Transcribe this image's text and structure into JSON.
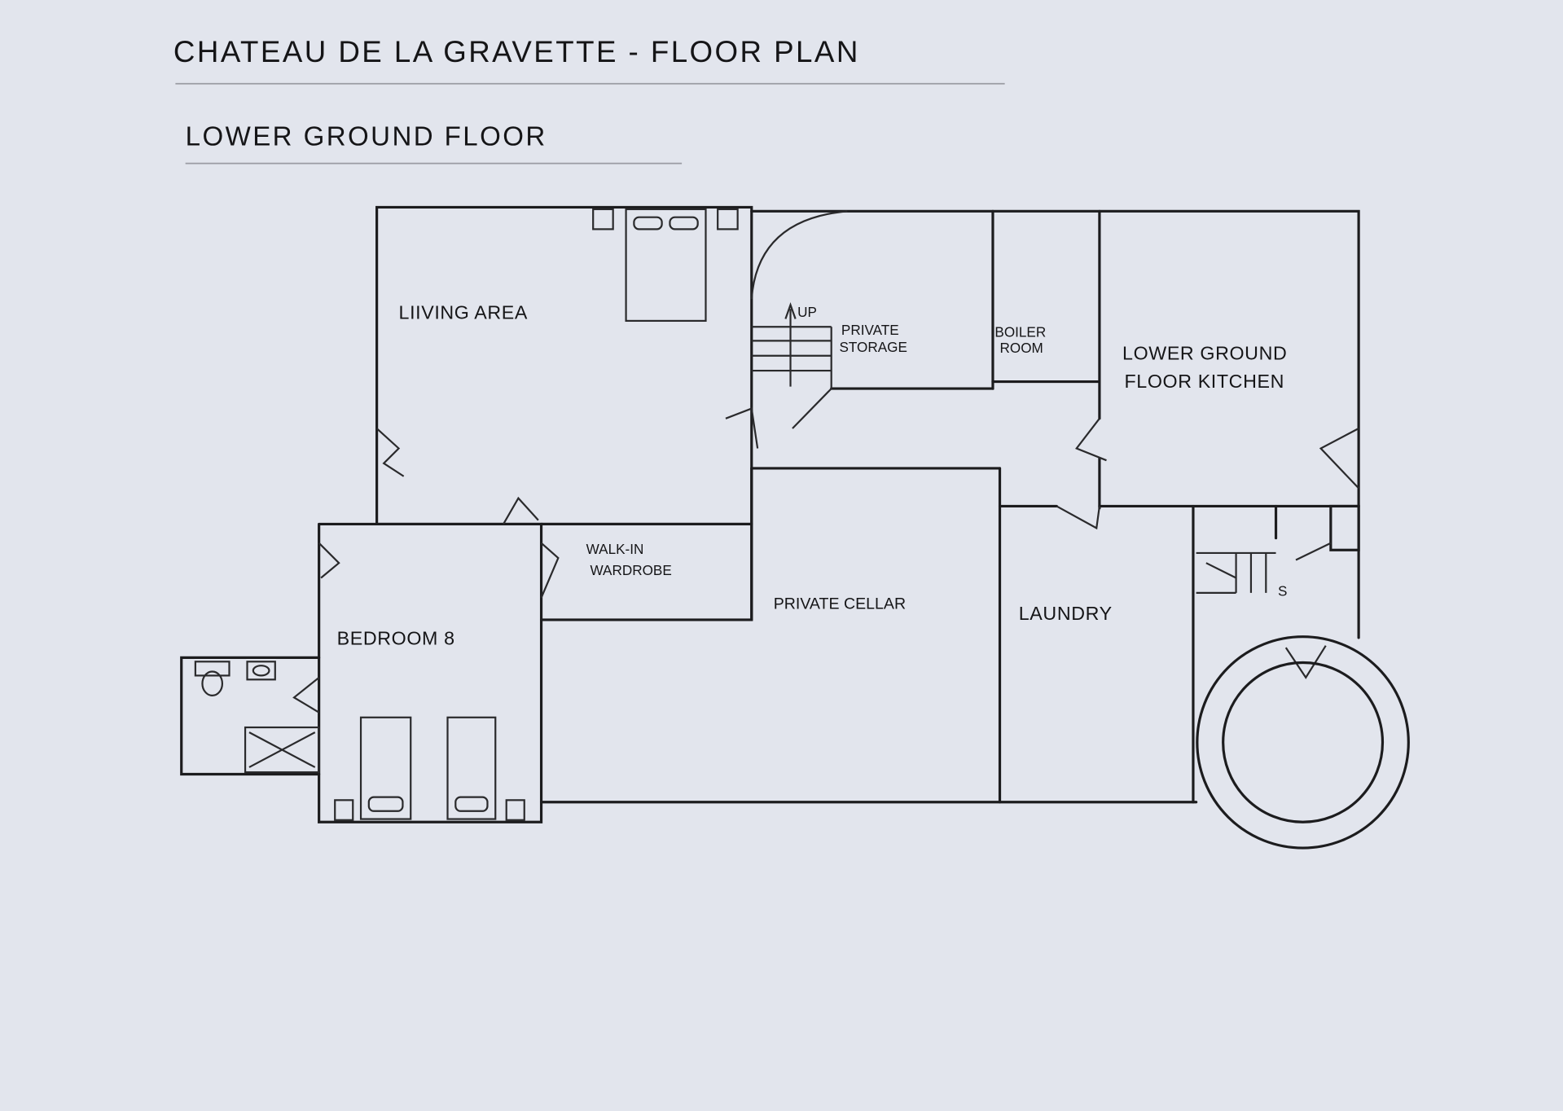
{
  "title": "Chateau de la Gravette - Floor Plan",
  "subtitle": "Lower Ground Floor",
  "rooms": {
    "living_area": "Liiving Area",
    "private_storage_1": "Private",
    "private_storage_2": "Storage",
    "boiler_room_1": "Boiler",
    "boiler_room_2": "Room",
    "kitchen_1": "Lower Ground",
    "kitchen_2": "Floor Kitchen",
    "walk_in_1": "Walk-in",
    "walk_in_2": "Wardrobe",
    "private_cellar": "Private Cellar",
    "laundry": "Laundry",
    "bedroom": "Bedroom 8"
  },
  "stair_label": "Up",
  "stair_mark": "S"
}
